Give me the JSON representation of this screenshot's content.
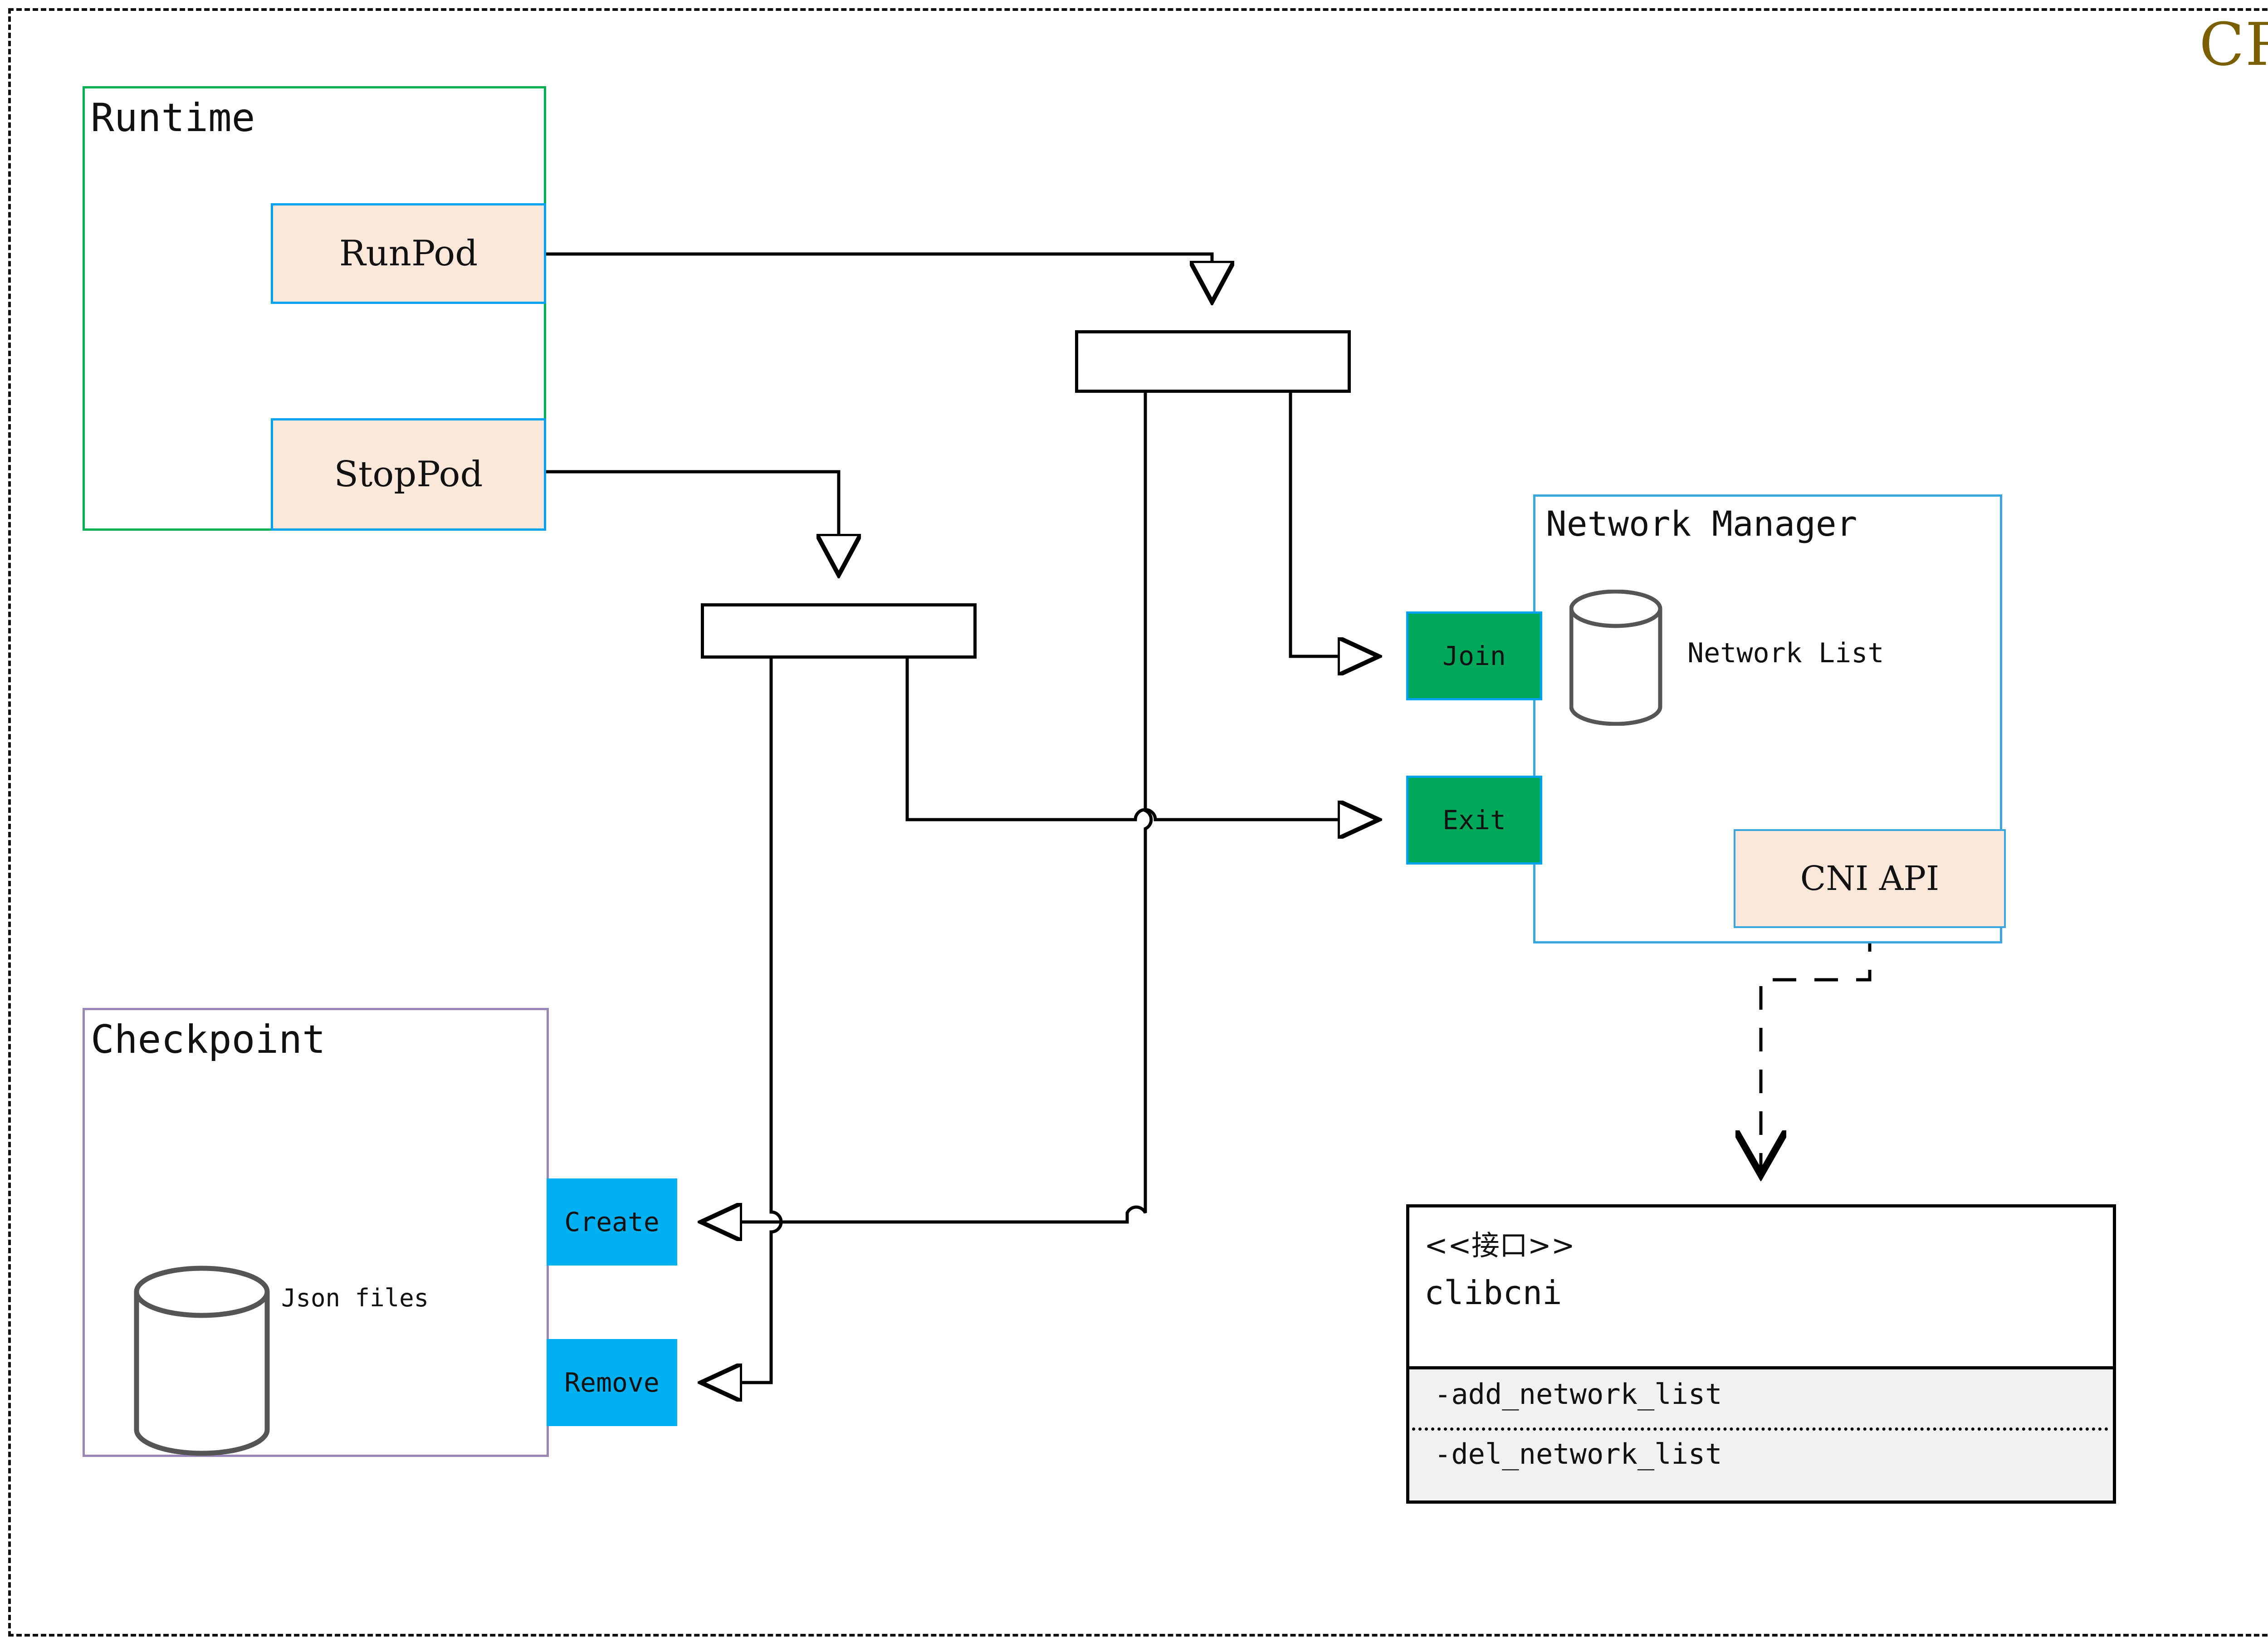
{
  "title": "CRI",
  "frame": {
    "style": "dashed"
  },
  "colors": {
    "title": "#7a6000",
    "runtime_border": "#00b14f",
    "pod_fill": "#fce8da",
    "pod_border": "#00a2f2",
    "port_green": "#00a85c",
    "checkpoint_border": "#9a87b8",
    "checkpoint_port": "#00b0f0",
    "netmgr_border": "#3aa6e0",
    "interface_fill": "#f1f1f1",
    "line": "#000000"
  },
  "runtime": {
    "title": "Runtime",
    "items": [
      {
        "label": "RunPod"
      },
      {
        "label": "StopPod"
      }
    ]
  },
  "forks": [
    {
      "name": "runpod-fork",
      "label": ""
    },
    {
      "name": "stoppod-fork",
      "label": ""
    }
  ],
  "network_manager": {
    "title": "Network Manager",
    "store": {
      "label": "Network List",
      "icon": "cylinder-icon"
    },
    "api": {
      "label": "CNI API"
    },
    "ports": [
      {
        "label": "Join"
      },
      {
        "label": "Exit"
      }
    ]
  },
  "checkpoint": {
    "title": "Checkpoint",
    "store": {
      "label": "Json files",
      "icon": "cylinder-icon"
    },
    "ports": [
      {
        "label": "Create"
      },
      {
        "label": "Remove"
      }
    ]
  },
  "interface": {
    "stereotype": "<<接口>>",
    "name": "clibcni",
    "operations": [
      "-add_network_list",
      "-del_network_list"
    ]
  }
}
